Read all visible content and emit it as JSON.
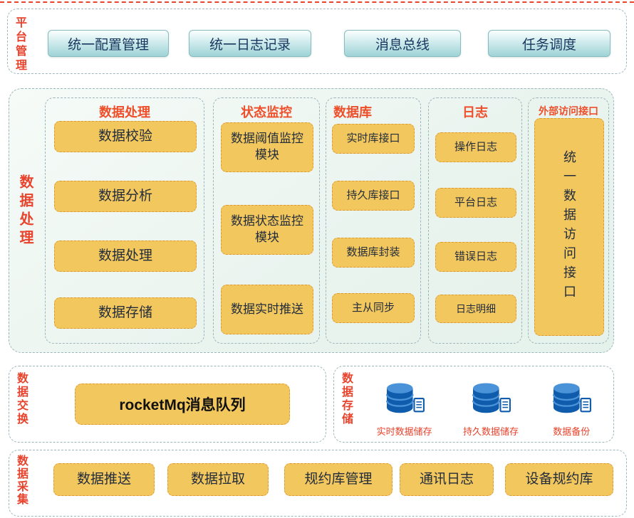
{
  "colors": {
    "accent_red": "#e8432c",
    "box_orange_fill": "#f2c75e",
    "box_orange_border": "#dd9a33",
    "teal_box_fill": "#b9e0e2",
    "panel_border": "#9db6bd",
    "database_blue": "#0f5cad",
    "box_text_dark": "#232c3b"
  },
  "platform": {
    "label": "平台管理",
    "items": [
      "统一配置管理",
      "统一日志记录",
      "消息总线",
      "任务调度"
    ]
  },
  "processing": {
    "label": "数据处理",
    "groups": {
      "data_processing": {
        "title": "数据处理",
        "items": [
          "数据校验",
          "数据分析",
          "数据处理",
          "数据存储"
        ]
      },
      "status_monitoring": {
        "title": "状态监控",
        "items": [
          "数据阈值监控模块",
          "数据状态监控模块",
          "数据实时推送"
        ]
      },
      "database": {
        "title": "数据库",
        "items": [
          "实时库接口",
          "持久库接口",
          "数据库封装",
          "主从同步"
        ]
      },
      "logs": {
        "title": "日志",
        "items": [
          "操作日志",
          "平台日志",
          "错误日志",
          "日志明细"
        ]
      },
      "external": {
        "title": "外部访问接口",
        "item": "统一数据访问接口"
      }
    }
  },
  "exchange": {
    "label": "数据交换",
    "queue": "rocketMq消息队列"
  },
  "storage": {
    "label": "数据存储",
    "items": [
      {
        "label": "实时数据储存",
        "icon": "database-icon"
      },
      {
        "label": "持久数据储存",
        "icon": "database-icon"
      },
      {
        "label": "数据备份",
        "icon": "database-icon"
      }
    ]
  },
  "collection": {
    "label": "数据采集",
    "items": [
      "数据推送",
      "数据拉取",
      "规约库管理",
      "通讯日志",
      "设备规约库"
    ]
  }
}
